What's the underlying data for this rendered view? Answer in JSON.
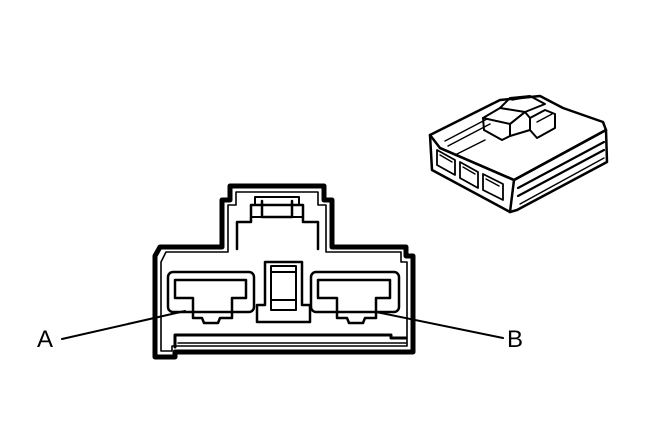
{
  "diagram": {
    "type": "electrical connector end view with isometric view",
    "colors": {
      "line": "#000000",
      "background": "#ffffff"
    },
    "callouts": [
      {
        "id": "A",
        "label": "A",
        "target": "left terminal cavity"
      },
      {
        "id": "B",
        "label": "B",
        "target": "right terminal cavity"
      }
    ],
    "views": [
      {
        "name": "face-view",
        "description": "2-way connector face view"
      },
      {
        "name": "isometric-view",
        "description": "3D connector body"
      }
    ]
  }
}
